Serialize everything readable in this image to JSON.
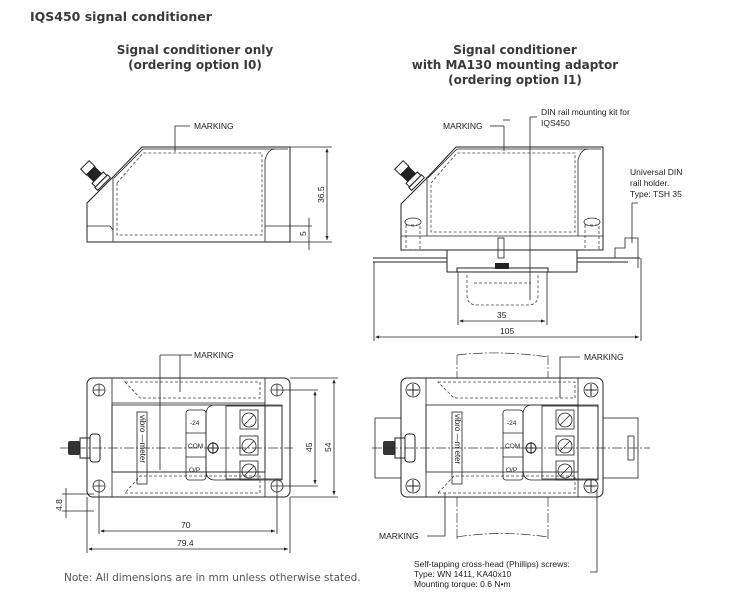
{
  "page": {
    "title": "IQS450 signal conditioner",
    "note": "Note: All dimensions are in mm unless otherwise stated."
  },
  "left_view": {
    "heading_line1": "Signal conditioner only",
    "heading_line2": "(ordering option I0)",
    "side": {
      "marking_label": "MARKING",
      "dim_height": "36.5",
      "dim_base": "5"
    },
    "top": {
      "marking_label": "MARKING",
      "brand_text": "vibro —meter",
      "terminals": [
        "-24",
        "COM",
        "O/P"
      ],
      "dim_hole_spacing_v": "45",
      "dim_total_height": "54",
      "dim_hole_spacing_h": "70",
      "dim_total_width": "79.4",
      "dim_hole_dia": "4.8"
    }
  },
  "right_view": {
    "heading_line1": "Signal conditioner",
    "heading_line2": "with MA130 mounting adaptor",
    "heading_line3": "(ordering option I1)",
    "side": {
      "marking_label": "MARKING",
      "din_kit_label_line1": "DIN rail mounting kit for",
      "din_kit_label_line2": "IQS450",
      "rail_holder_line1": "Universal DIN",
      "rail_holder_line2": "rail holder.",
      "rail_holder_line3": "Type: TSH 35",
      "dim_rail_width": "35",
      "dim_total_width": "105"
    },
    "top": {
      "marking_label_top": "MARKING",
      "marking_label_bottom": "MARKING",
      "brand_text": "vibro —m eter",
      "terminals": [
        "-24",
        "COM",
        "O/P"
      ],
      "screw_line1": "Self-tapping cross-head (Phillips) screws:",
      "screw_line2": "Type: WN 1411, KA40x10",
      "screw_line3": "Mounting torque: 0.6 N•m"
    }
  }
}
